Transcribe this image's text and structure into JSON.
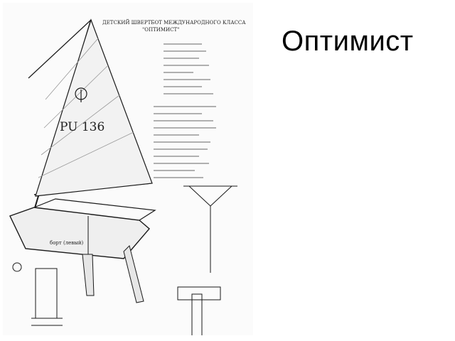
{
  "slide": {
    "title": "Оптимист"
  },
  "blueprint": {
    "heading_line1": "ДЕТСКИЙ ШВЕРТБОТ МЕЖДУНАРОДНОГО КЛАССА",
    "heading_line2": "\"ОПТИМИСТ\"",
    "sail_number": "PU 136",
    "hull_label": "борт (левый)",
    "colors": {
      "ink": "#1a1a1a",
      "paper": "#fbfbfb"
    }
  }
}
